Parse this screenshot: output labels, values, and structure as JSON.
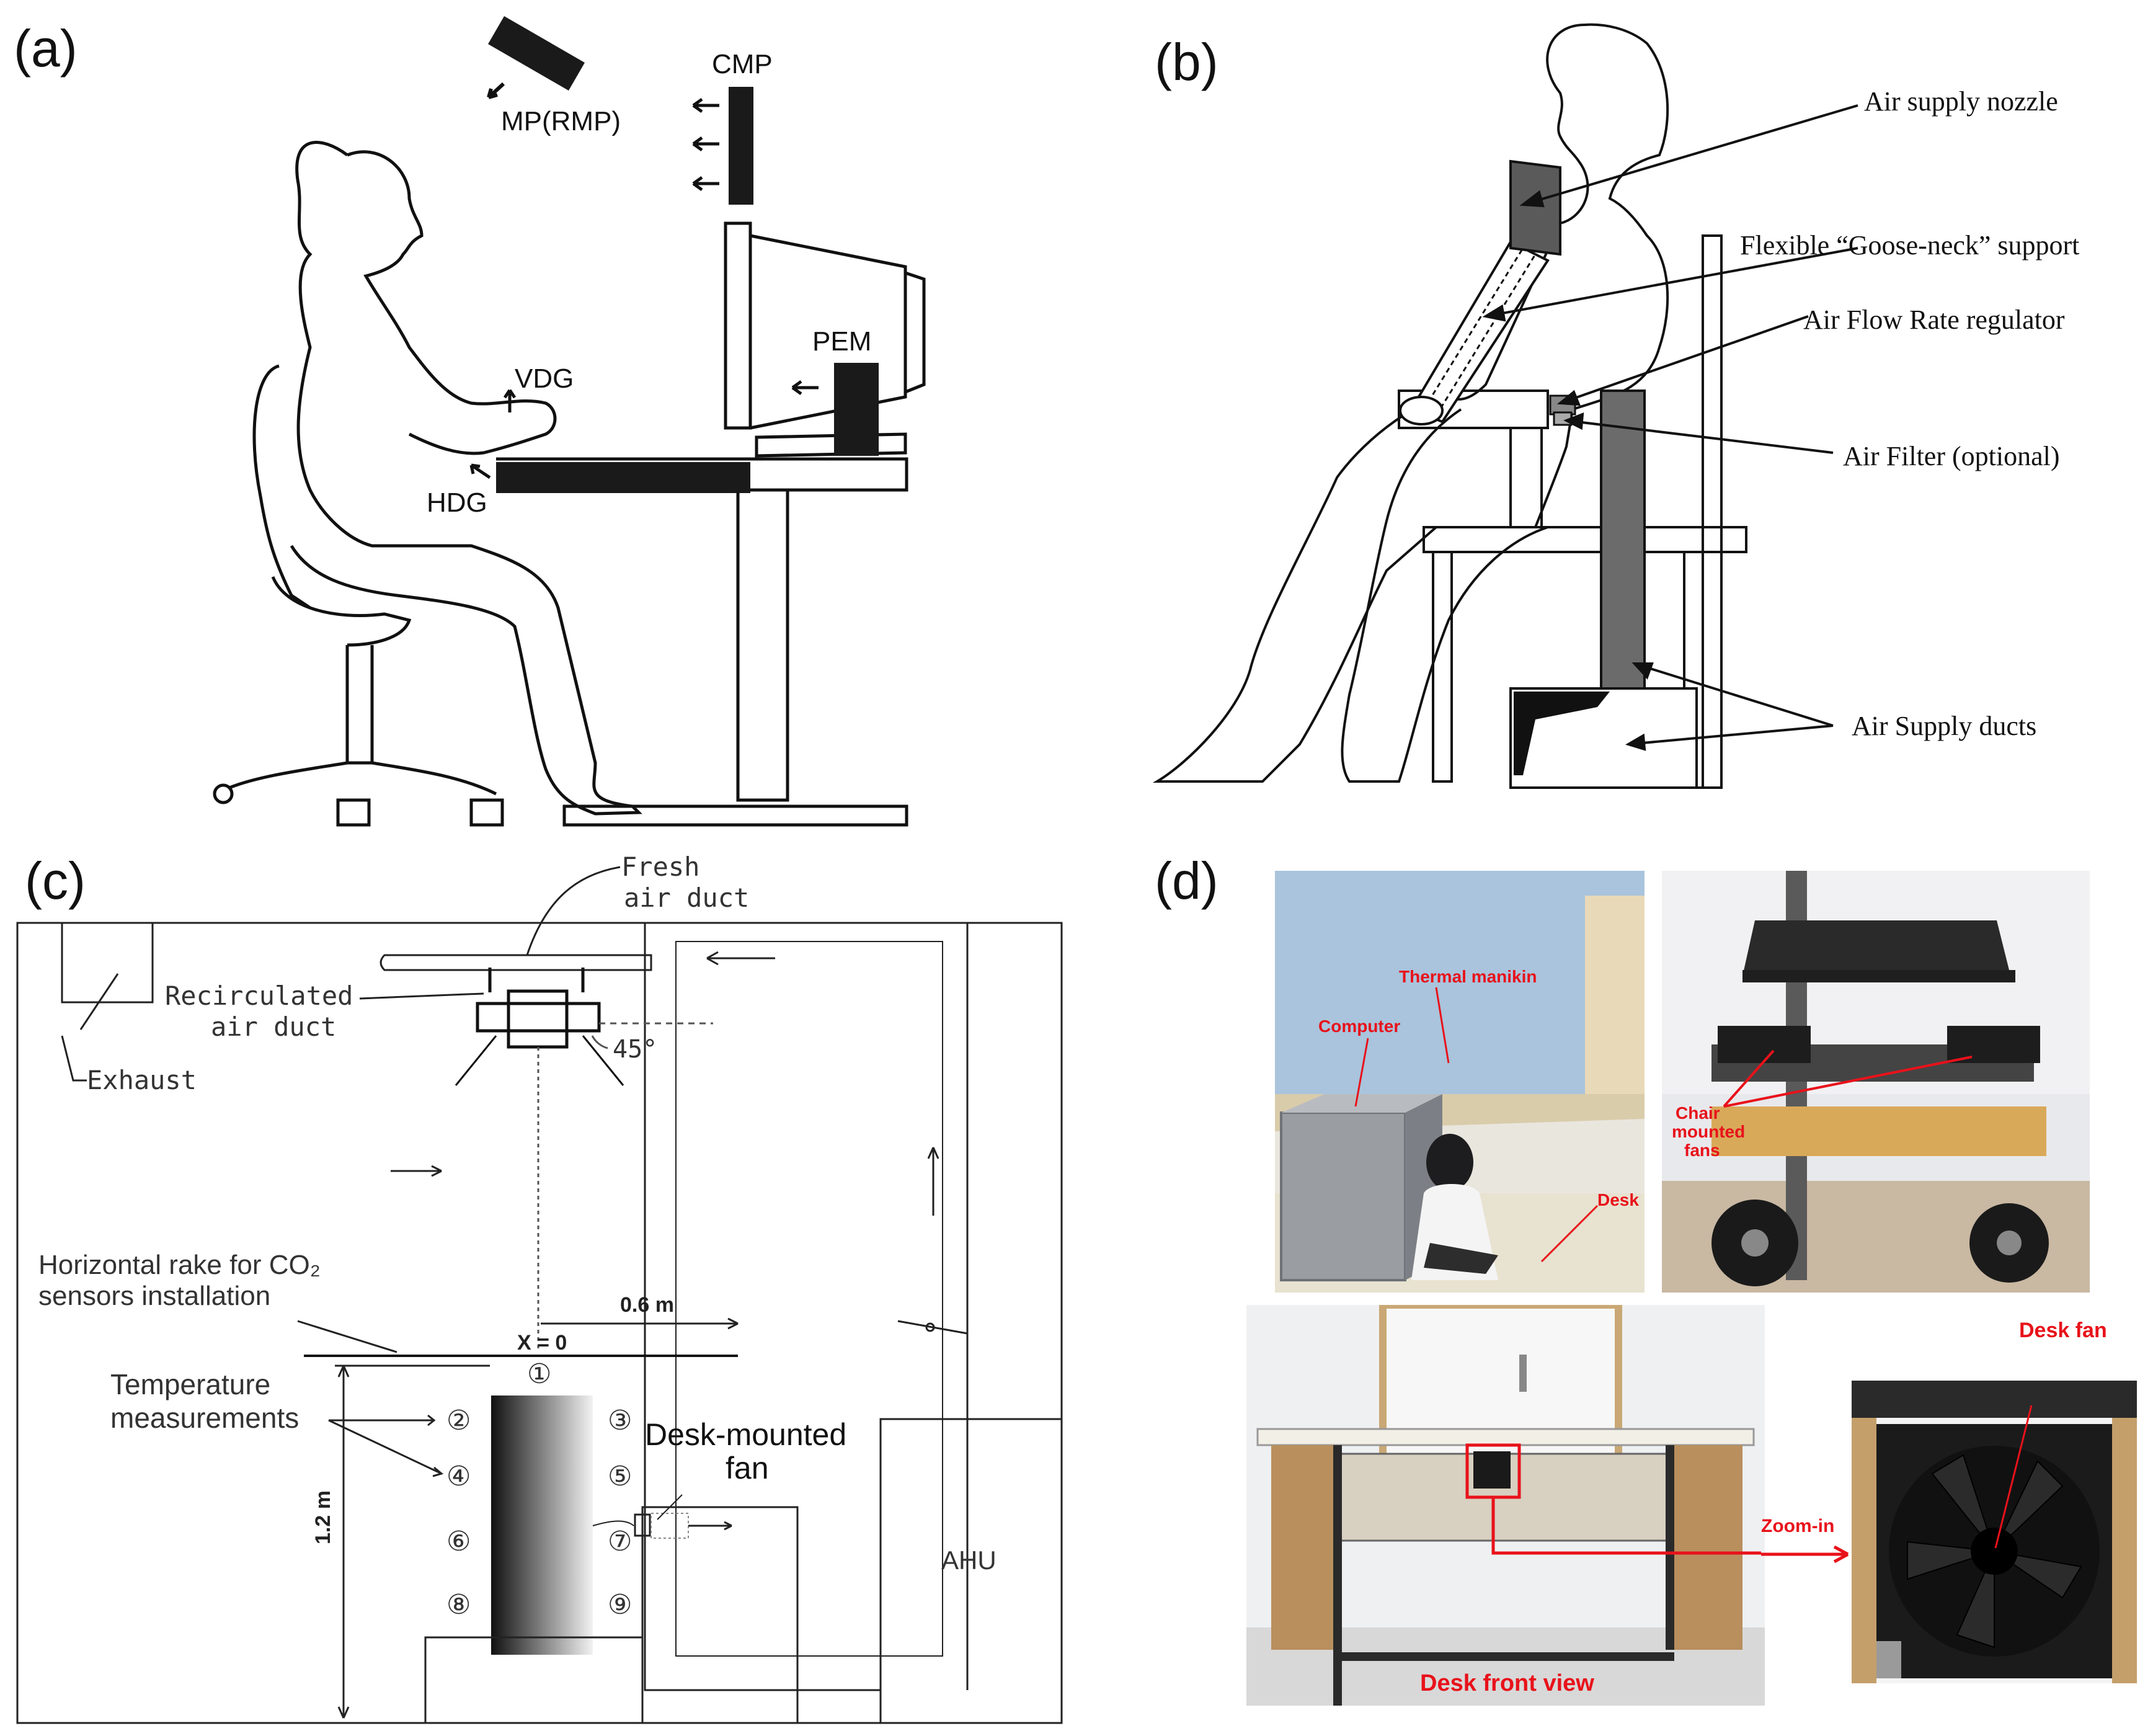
{
  "panels": {
    "a": {
      "label": "(a)",
      "labels": {
        "mp": "MP(RMP)",
        "cmp": "CMP",
        "pem": "PEM",
        "vdg": "VDG",
        "hdg": "HDG"
      }
    },
    "b": {
      "label": "(b)",
      "labels": {
        "nozzle": "Air supply nozzle",
        "gooseneck": "Flexible “Goose-neck” support",
        "regulator": "Air Flow Rate regulator",
        "filter": "Air Filter (optional)",
        "ducts": "Air Supply ducts"
      }
    },
    "c": {
      "label": "(c)",
      "labels": {
        "fresh1": "Fresh",
        "fresh2": "air duct",
        "recirc1": "Recirculated",
        "recirc2": "air duct",
        "exhaust": "Exhaust",
        "angle": "45°",
        "rake1": "Horizontal rake for CO₂",
        "rake2": "sensors installation",
        "dist": "0.6 m",
        "x0": "X = 0",
        "temp1": "Temperature",
        "temp2": "measurements",
        "fan1": "Desk-mounted",
        "fan2": "fan",
        "height": "1.2 m",
        "ahu": "AHU"
      },
      "points": [
        "①",
        "②",
        "③",
        "④",
        "⑤",
        "⑥",
        "⑦",
        "⑧",
        "⑨"
      ]
    },
    "d": {
      "label": "(d)",
      "labels": {
        "manikin": "Thermal manikin",
        "computer": "Computer",
        "desk": "Desk",
        "chair1": "Chair",
        "chair2": "mounted",
        "chair3": "fans",
        "deskfront": "Desk front view",
        "zoom": "Zoom-in",
        "deskfan": "Desk fan"
      }
    }
  }
}
